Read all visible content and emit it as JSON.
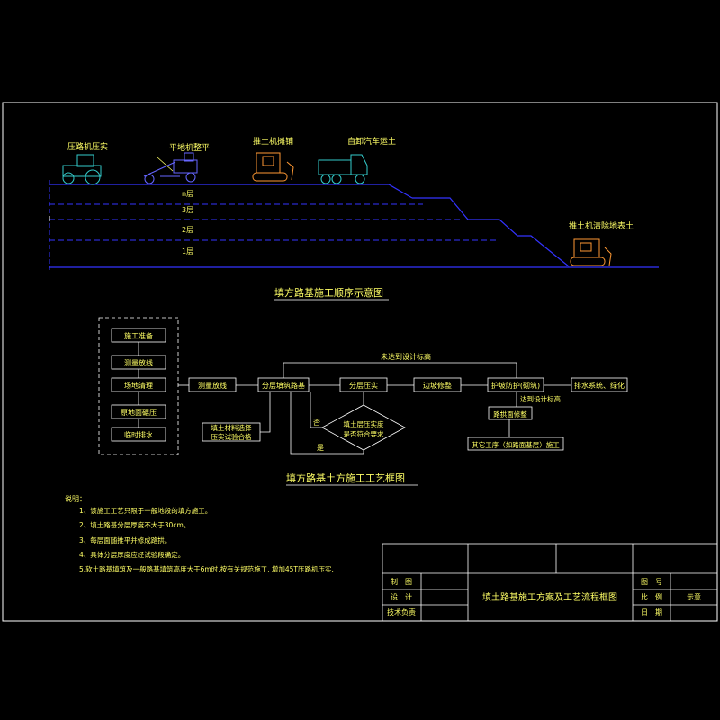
{
  "section1": {
    "title": "填方路基施工顺序示意图",
    "machines": [
      "压路机压实",
      "平地机整平",
      "推土机摊铺",
      "自卸汽车运土",
      "推土机清除地表土"
    ],
    "layers": [
      "n层",
      "3层",
      "2层",
      "1层"
    ]
  },
  "section2": {
    "title": "填方路基土方施工工艺框图",
    "prep_steps": [
      "施工准备",
      "测量放线",
      "场地清理",
      "原地面碾压",
      "临时排水"
    ],
    "flow_steps": [
      "测量放线",
      "分层填筑路基",
      "分层压实",
      "边坡修整",
      "护坡防护(砌筑)",
      "排水系统、绿化"
    ],
    "side_box": [
      "填土材料选择",
      "压实试验合格"
    ],
    "decision": [
      "填土层压实度",
      "是否符合要求"
    ],
    "decision_no": "否",
    "decision_yes": "是",
    "loop_label": "未达到设计标高",
    "reach_label": "达到设计标高",
    "trim_box": "路拱面修整",
    "other_box": "其它工序（如路面基层）施工"
  },
  "notes": {
    "heading": "说明：",
    "items": [
      "1、该施工工艺只限于一般地段的填方施工。",
      "2、填土路基分层厚度不大于30cm。",
      "3、每层面随推平并修成路拱。",
      "4、具体分层厚度应经试验段确定。",
      "5.软土路基填筑及一般路基填筑高度大于6m时,按有关规范施工, 增加45T压路机压实."
    ]
  },
  "title_block": {
    "row_labels": [
      "制　图",
      "设　计",
      "技术负责"
    ],
    "drawing_title": "填土路基施工方案及工艺流程框图",
    "right_labels": [
      "图　号",
      "比　例",
      "日　期"
    ],
    "scale_value": "示意"
  },
  "colors": {
    "frame": "#ffffff",
    "ground": "#3333ff",
    "machine_cyan": "#33cccc",
    "machine_orange": "#ff9933",
    "machine_blue": "#6666ff",
    "highlight": "#ffff66"
  }
}
